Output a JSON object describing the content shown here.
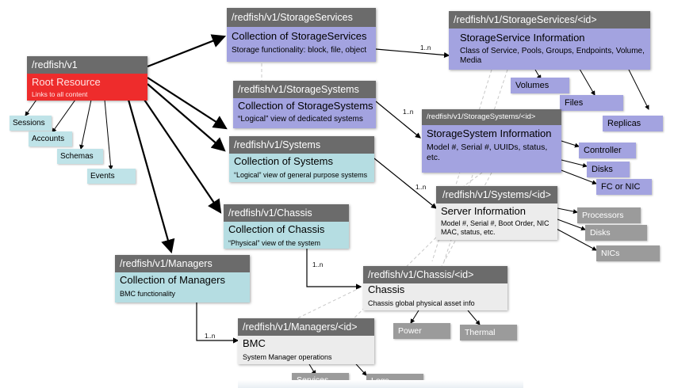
{
  "root": {
    "header": "/redfish/v1",
    "title": "Root Resource",
    "desc": "Links to all content"
  },
  "root_leaves": {
    "sessions": "Sessions",
    "accounts": "Accounts",
    "schemas": "Schemas",
    "events": "Events"
  },
  "storage_services": {
    "header": "/redfish/v1/StorageServices",
    "title": "Collection of StorageServices",
    "desc": "Storage functionality: block, file, object"
  },
  "storage_service_id": {
    "header": "/redfish/v1/StorageServices/<id>",
    "title": "StorageService Information",
    "desc": "Class of Service, Pools, Groups, Endpoints, Volume, Media"
  },
  "storage_service_leaves": {
    "volumes": "Volumes",
    "files": "Files",
    "replicas": "Replicas"
  },
  "storage_systems": {
    "header": "/redfish/v1/StorageSystems",
    "title": "Collection of StorageSystems",
    "desc": "“Logical” view of dedicated systems"
  },
  "storage_system_id": {
    "header": "/redfish/v1/StorageSystems/<id>",
    "title": "StorageSystem Information",
    "desc": "Model #, Serial #,  UUIDs, status, etc."
  },
  "storage_system_leaves": {
    "controller": "Controller",
    "disks": "Disks",
    "fc_nic": "FC or NIC"
  },
  "systems": {
    "header": "/redfish/v1/Systems",
    "title": "Collection of Systems",
    "desc": "“Logical” view of general purpose systems"
  },
  "system_id": {
    "header": "/redfish/v1/Systems/<id>",
    "title": "Server Information",
    "desc": "Model #, Serial #, Boot Order, NIC MAC, status, etc."
  },
  "system_leaves": {
    "processors": "Processors",
    "disks": "Disks",
    "nics": "NICs"
  },
  "chassis": {
    "header": "/redfish/v1/Chassis",
    "title": "Collection of Chassis",
    "desc": "“Physical” view of the system"
  },
  "chassis_id": {
    "header": "/redfish/v1/Chassis/<id>",
    "title": "Chassis",
    "desc": "Chassis global physical asset info"
  },
  "chassis_leaves": {
    "power": "Power",
    "thermal": "Thermal"
  },
  "managers": {
    "header": "/redfish/v1/Managers",
    "title": "Collection of Managers",
    "desc": "BMC functionality"
  },
  "manager_id": {
    "header": "/redfish/v1/Managers/<id>",
    "title": "BMC",
    "desc": "System Manager operations"
  },
  "manager_leaves": {
    "services": "Services",
    "logs": "Logs"
  },
  "multiplicity": "1..n",
  "colors": {
    "header": "#6b6b6b",
    "purple": "#a3a3e0",
    "teal": "#b5dde2",
    "gray": "#ececec",
    "root": "#ee2c2c"
  }
}
